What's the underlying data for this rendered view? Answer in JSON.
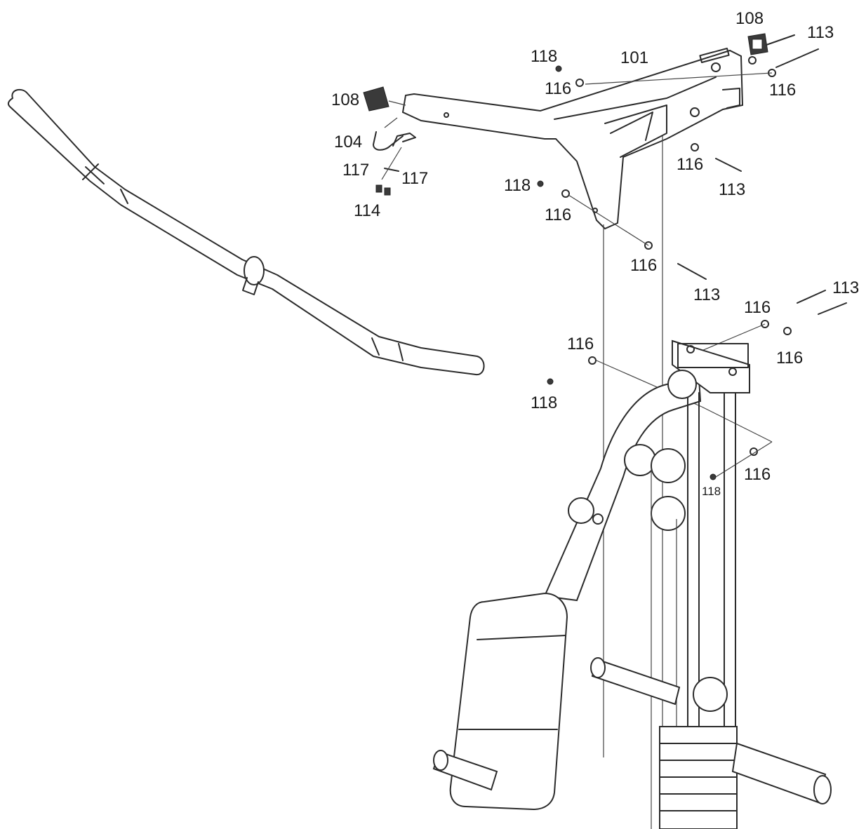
{
  "parts": [
    {
      "id": "p101",
      "text": "101"
    },
    {
      "id": "p104",
      "text": "104"
    },
    {
      "id": "p108a",
      "text": "108"
    },
    {
      "id": "p108b",
      "text": "108"
    },
    {
      "id": "p113a",
      "text": "113"
    },
    {
      "id": "p113b",
      "text": "113"
    },
    {
      "id": "p113c",
      "text": "113"
    },
    {
      "id": "p113d",
      "text": "113"
    },
    {
      "id": "p114",
      "text": "114"
    },
    {
      "id": "p116a",
      "text": "116"
    },
    {
      "id": "p116b",
      "text": "116"
    },
    {
      "id": "p116c",
      "text": "116"
    },
    {
      "id": "p116d",
      "text": "116"
    },
    {
      "id": "p116e",
      "text": "116"
    },
    {
      "id": "p116f",
      "text": "116"
    },
    {
      "id": "p116g",
      "text": "116"
    },
    {
      "id": "p116h",
      "text": "116"
    },
    {
      "id": "p116i",
      "text": "116"
    },
    {
      "id": "p117a",
      "text": "117"
    },
    {
      "id": "p117b",
      "text": "117"
    },
    {
      "id": "p118a",
      "text": "118"
    },
    {
      "id": "p118b",
      "text": "118"
    },
    {
      "id": "p118c",
      "text": "118"
    },
    {
      "id": "p118d",
      "text": "118"
    }
  ]
}
